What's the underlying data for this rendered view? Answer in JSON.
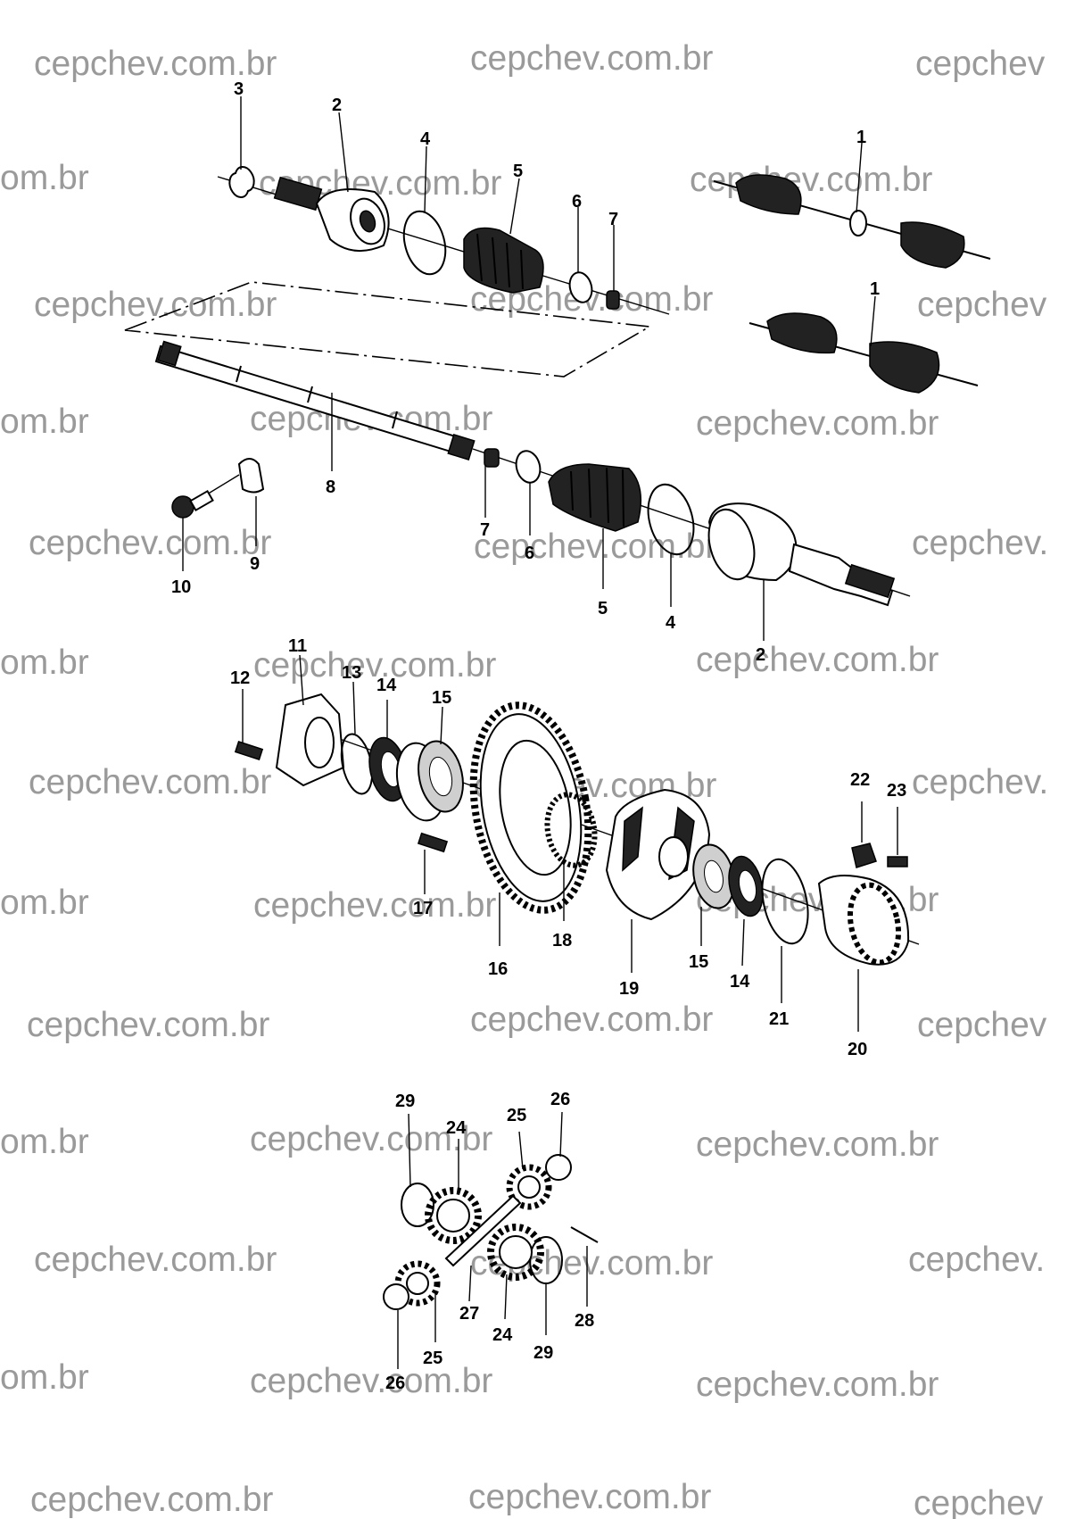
{
  "watermark": "cepchev.com.br",
  "watermark_fragments": {
    "right_cut": "cepchev",
    "right_cut_dot": "cepchev.",
    "left_cut": "om.br"
  },
  "callouts": {
    "n1": "1",
    "n2": "2",
    "n3": "3",
    "n4": "4",
    "n5": "5",
    "n6": "6",
    "n7": "7",
    "n8": "8",
    "n9": "9",
    "n10": "10",
    "n11": "11",
    "n12": "12",
    "n13": "13",
    "n14": "14",
    "n15": "15",
    "n16": "16",
    "n17": "17",
    "n18": "18",
    "n19": "19",
    "n20": "20",
    "n21": "21",
    "n22": "22",
    "n23": "23",
    "n24": "24",
    "n25": "25",
    "n26": "26",
    "n27": "27",
    "n28": "28",
    "n29": "29"
  },
  "colors": {
    "ink": "#000000",
    "watermark": "#9a9a9a",
    "background": "#ffffff"
  }
}
